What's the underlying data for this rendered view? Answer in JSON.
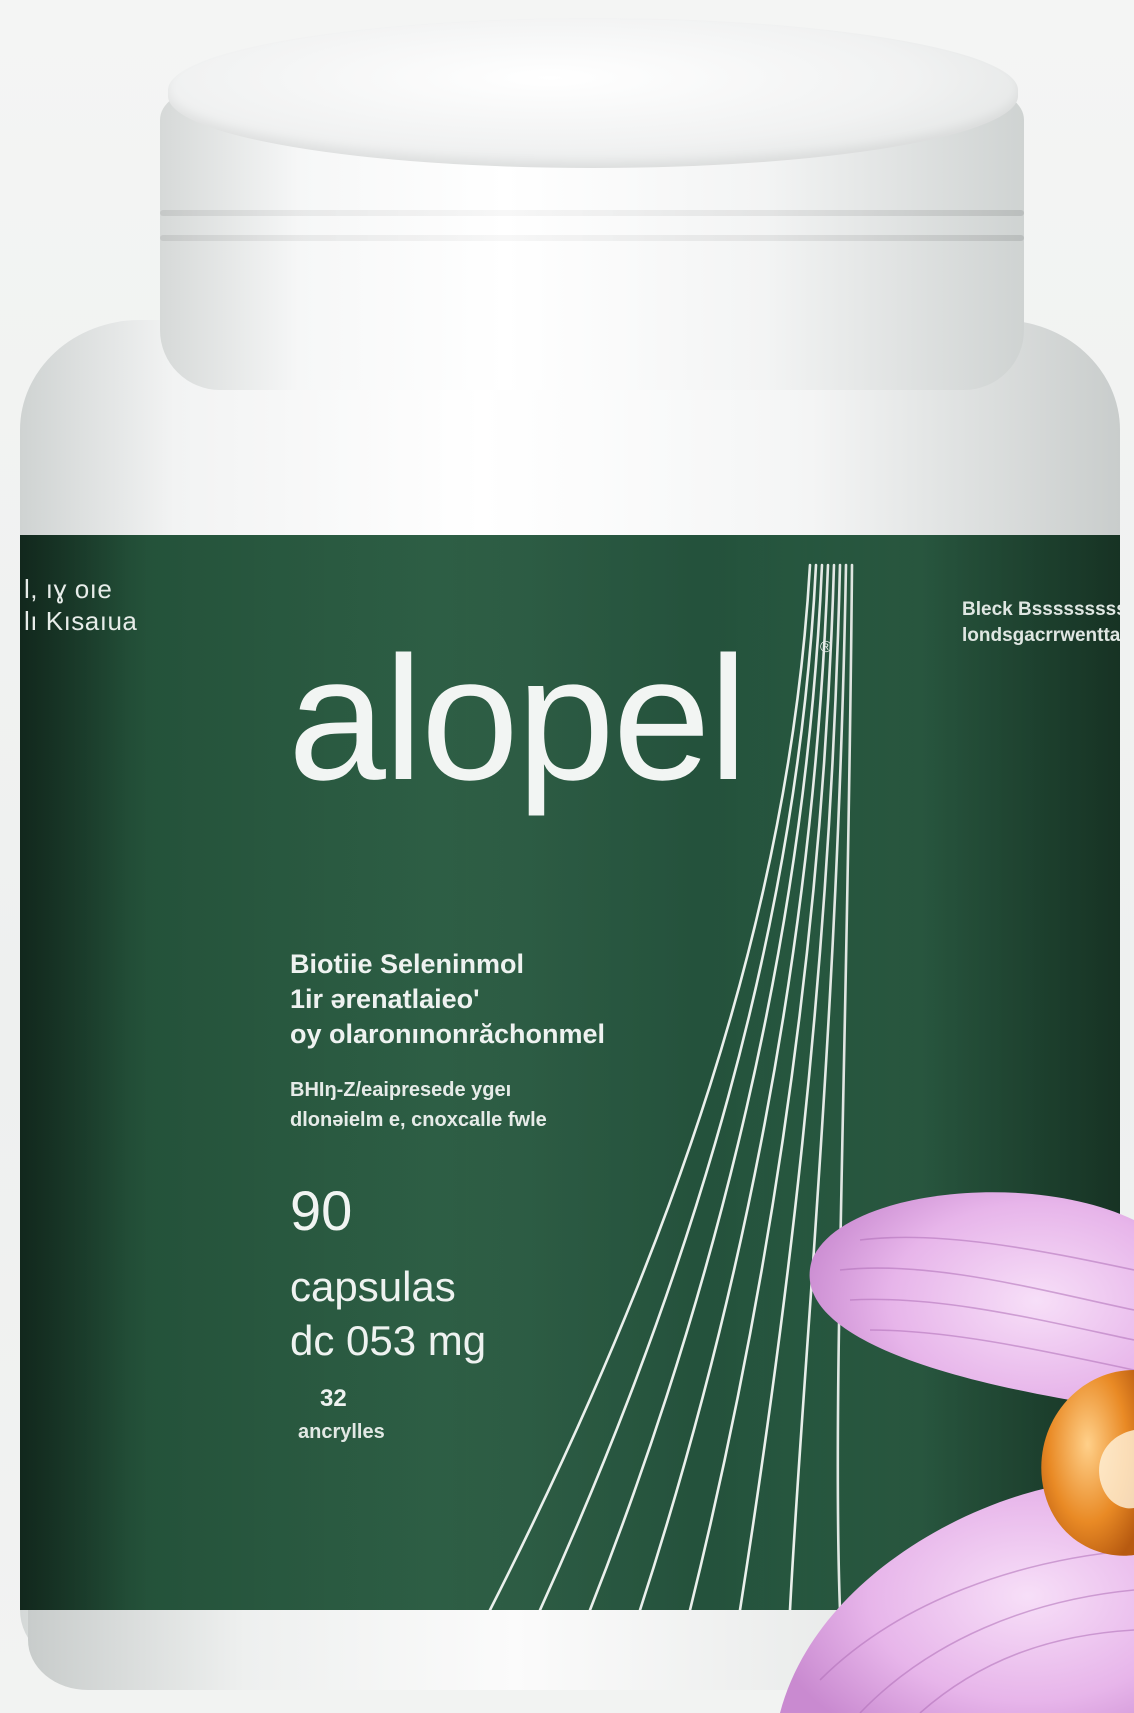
{
  "product": {
    "brand": "alopel",
    "registered_mark": "®",
    "left_side_text": [
      "l, ıɣ oıe",
      "lı Kısaıua"
    ],
    "right_side_text": [
      "Bleck Bsssssssssss",
      "londsgacrrwenttanet"
    ],
    "subtitle_lines": [
      "Biotiie Seleninmol",
      "1ir ərenatlaieo'",
      "oy olaronınonrăchonmel"
    ],
    "description_lines": [
      "BHIŋ-Z/eaipresede ygeı",
      "dlonəielm e, cnoxcalle fwle"
    ],
    "count": "90",
    "capsule_lines": [
      "capsulas",
      "dc 053 mg"
    ],
    "small_number": "32",
    "small_word": "ancrylles"
  },
  "colors": {
    "label_green": "#24523a",
    "cap_white": "#f6f7f7",
    "petal_pink": "#e9b8ec",
    "flower_orange": "#e88a2a"
  }
}
